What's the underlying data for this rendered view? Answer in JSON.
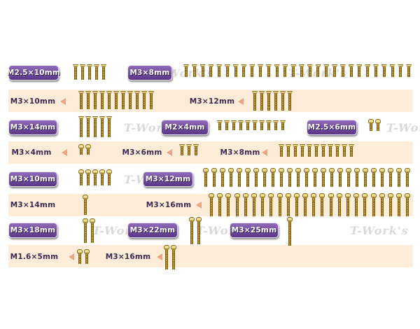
{
  "colors": {
    "chip_purple": "#6b4596",
    "band_peach": "#fdecd8",
    "arrow": "#f0a382",
    "brass": "#c9a640"
  },
  "watermark_text": "T-Work's",
  "rows": [
    {
      "label": "M2.5×10mm",
      "style": "purple"
    },
    {
      "label": "M3×8mm",
      "style": "purple"
    },
    {
      "label": "M3×10mm",
      "style": "plain"
    },
    {
      "label": "M3×12mm",
      "style": "plain"
    },
    {
      "label": "M3×14mm",
      "style": "purple"
    },
    {
      "label": "M2×4mm",
      "style": "purple"
    },
    {
      "label": "M2.5×6mm",
      "style": "purple"
    },
    {
      "label": "M3×4mm",
      "style": "plain"
    },
    {
      "label": "M3×6mm",
      "style": "plain"
    },
    {
      "label": "M3×8mm",
      "style": "plain"
    },
    {
      "label": "M3×10mm",
      "style": "purple"
    },
    {
      "label": "M3×12mm",
      "style": "purple"
    },
    {
      "label": "M3×14mm",
      "style": "plain"
    },
    {
      "label": "M3×16mm",
      "style": "plain"
    },
    {
      "label": "M3×18mm",
      "style": "purple"
    },
    {
      "label": "M3×22mm",
      "style": "purple"
    },
    {
      "label": "M3×25mm",
      "style": "purple"
    },
    {
      "label": "M1.6×5mm",
      "style": "plain"
    },
    {
      "label": "M3×16mm",
      "style": "plain"
    }
  ],
  "screw_counts": [
    5,
    28,
    11,
    6,
    5,
    10,
    2,
    2,
    3,
    11,
    5,
    25,
    1,
    24,
    2,
    2,
    1,
    2,
    2
  ]
}
